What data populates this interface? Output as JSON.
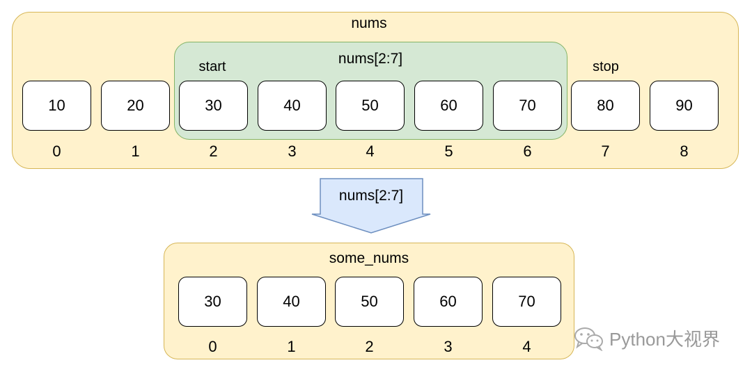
{
  "nums": {
    "title": "nums",
    "values": [
      "10",
      "20",
      "30",
      "40",
      "50",
      "60",
      "70",
      "80",
      "90"
    ],
    "indices": [
      "0",
      "1",
      "2",
      "3",
      "4",
      "5",
      "6",
      "7",
      "8"
    ]
  },
  "slice": {
    "label": "nums[2:7]",
    "start_label": "start",
    "stop_label": "stop"
  },
  "arrow": {
    "label": "nums[2:7]"
  },
  "some_nums": {
    "title": "some_nums",
    "values": [
      "30",
      "40",
      "50",
      "60",
      "70"
    ],
    "indices": [
      "0",
      "1",
      "2",
      "3",
      "4"
    ]
  },
  "watermark": {
    "text": "Python大视界",
    "icon": "wechat-icon"
  },
  "colors": {
    "container_fill": "#fff2cc",
    "container_border": "#d6b656",
    "slice_fill": "#d5e8d4",
    "slice_border": "#82b366",
    "arrow_fill": "#dae8fc",
    "arrow_border": "#6c8ebf"
  }
}
